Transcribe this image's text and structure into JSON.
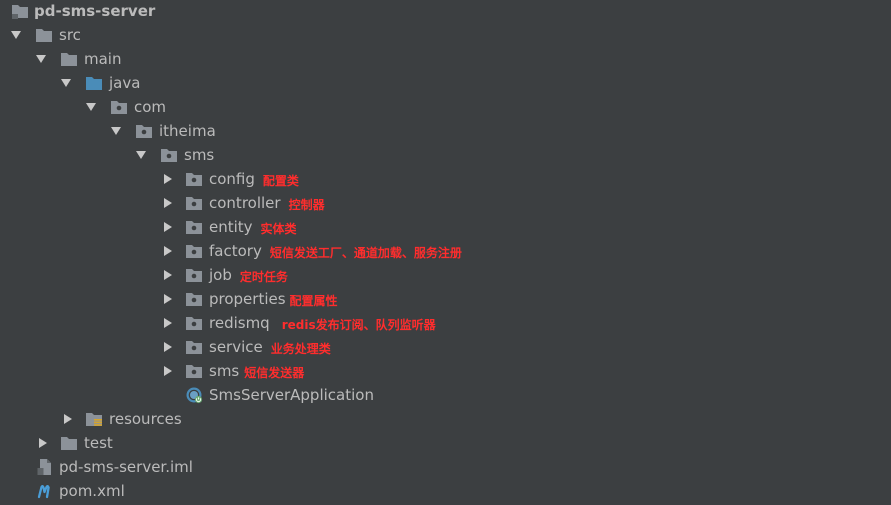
{
  "tree": {
    "root": {
      "label": "pd-sms-server"
    },
    "src": {
      "label": "src"
    },
    "main": {
      "label": "main"
    },
    "java": {
      "label": "java"
    },
    "com": {
      "label": "com"
    },
    "itheima": {
      "label": "itheima"
    },
    "sms_pkg": {
      "label": "sms"
    },
    "config": {
      "label": "config",
      "note": "配置类"
    },
    "controller": {
      "label": "controller",
      "note": "控制器"
    },
    "entity": {
      "label": "entity",
      "note": "实体类"
    },
    "factory": {
      "label": "factory",
      "note": "短信发送工厂、通道加载、服务注册"
    },
    "job": {
      "label": "job",
      "note": "定时任务"
    },
    "properties": {
      "label": "properties",
      "note": "配置属性"
    },
    "redismq": {
      "label": "redismq",
      "note": "redis发布订阅、队列监听器"
    },
    "service": {
      "label": "service",
      "note": "业务处理类"
    },
    "sms": {
      "label": "sms",
      "note": "短信发送器"
    },
    "application": {
      "label": "SmsServerApplication"
    },
    "resources": {
      "label": "resources"
    },
    "test": {
      "label": "test"
    },
    "iml": {
      "label": "pd-sms-server.iml"
    },
    "pom": {
      "label": "pom.xml"
    }
  },
  "colors": {
    "background": "#3c3f41",
    "text": "#bbbbbb",
    "annotation": "#ff2d2d",
    "folder": "#8c9299",
    "source_folder": "#4a8cb8"
  }
}
